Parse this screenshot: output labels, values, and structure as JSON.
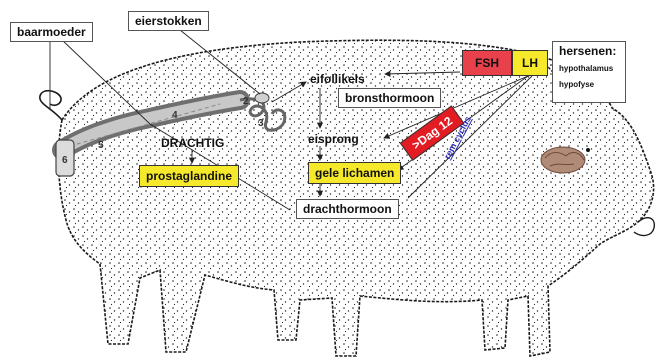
{
  "labels": {
    "baarmoeder": "baarmoeder",
    "eierstokken": "eierstokken",
    "eifollikels": "eifollikels",
    "bronsthormoon": "bronsthormoon",
    "eisprong": "eisprong",
    "gele_lichamen": "gele lichamen",
    "drachthormoon": "drachthormoon",
    "drachtig": "DRACHTIG",
    "prostaglandine": "prostaglandine"
  },
  "hormones": {
    "fsh": "FSH",
    "lh": "LH"
  },
  "brain": {
    "title": "hersenen:",
    "line1": "hypothalamus",
    "line2": "hypofyse"
  },
  "badge": {
    "dag": ">Dag 12"
  },
  "rem_cyclus": "rem cyclus",
  "organ_numbers": {
    "n2": "2",
    "n3": "3",
    "n4": "4",
    "n5": "5",
    "n6": "6"
  },
  "colors": {
    "fsh_red": "#e8414c",
    "lh_yellow": "#f6e92b",
    "badge_red": "#e31b23",
    "link_blue": "#2a2ab0"
  }
}
